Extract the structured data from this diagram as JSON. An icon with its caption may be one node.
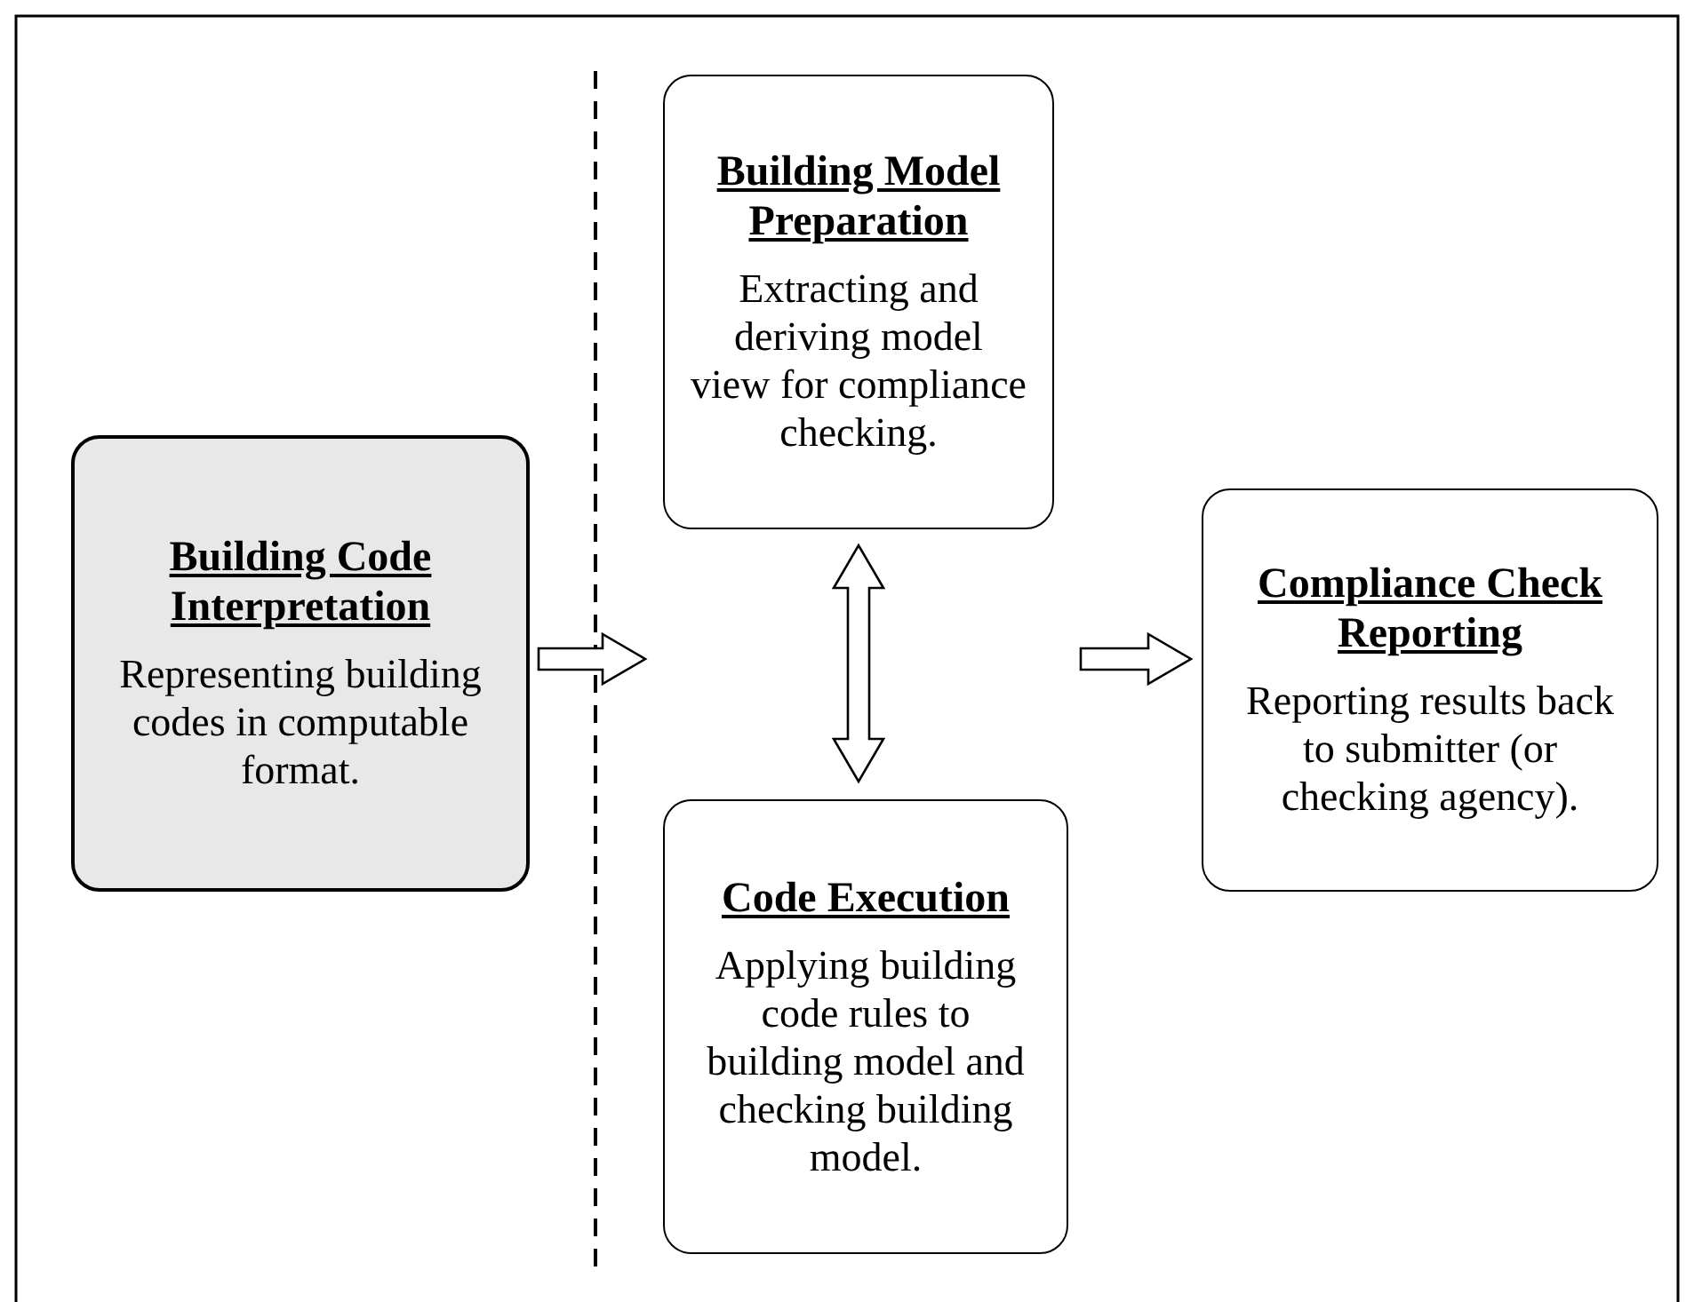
{
  "diagram": {
    "nodes": [
      {
        "text": [
          "Building Code Interpretation",
          "Representing building codes in computable format."
        ]
      },
      {
        "text": [
          "Building Model Preparation",
          "Extracting and deriving model view for compliance checking."
        ]
      },
      {
        "text": [
          "Code Execution",
          "Applying building code rules to building model and checking building model."
        ]
      },
      {
        "text": [
          "Compliance Check Reporting",
          "Reporting results back to submitter (or checking agency)."
        ]
      }
    ],
    "edges": [
      {
        "from": 0,
        "to": null,
        "arrow": "to"
      },
      {
        "from": 1,
        "to": 2,
        "arrow": "both"
      },
      {
        "from": null,
        "to": 3,
        "arrow": "to"
      }
    ]
  }
}
